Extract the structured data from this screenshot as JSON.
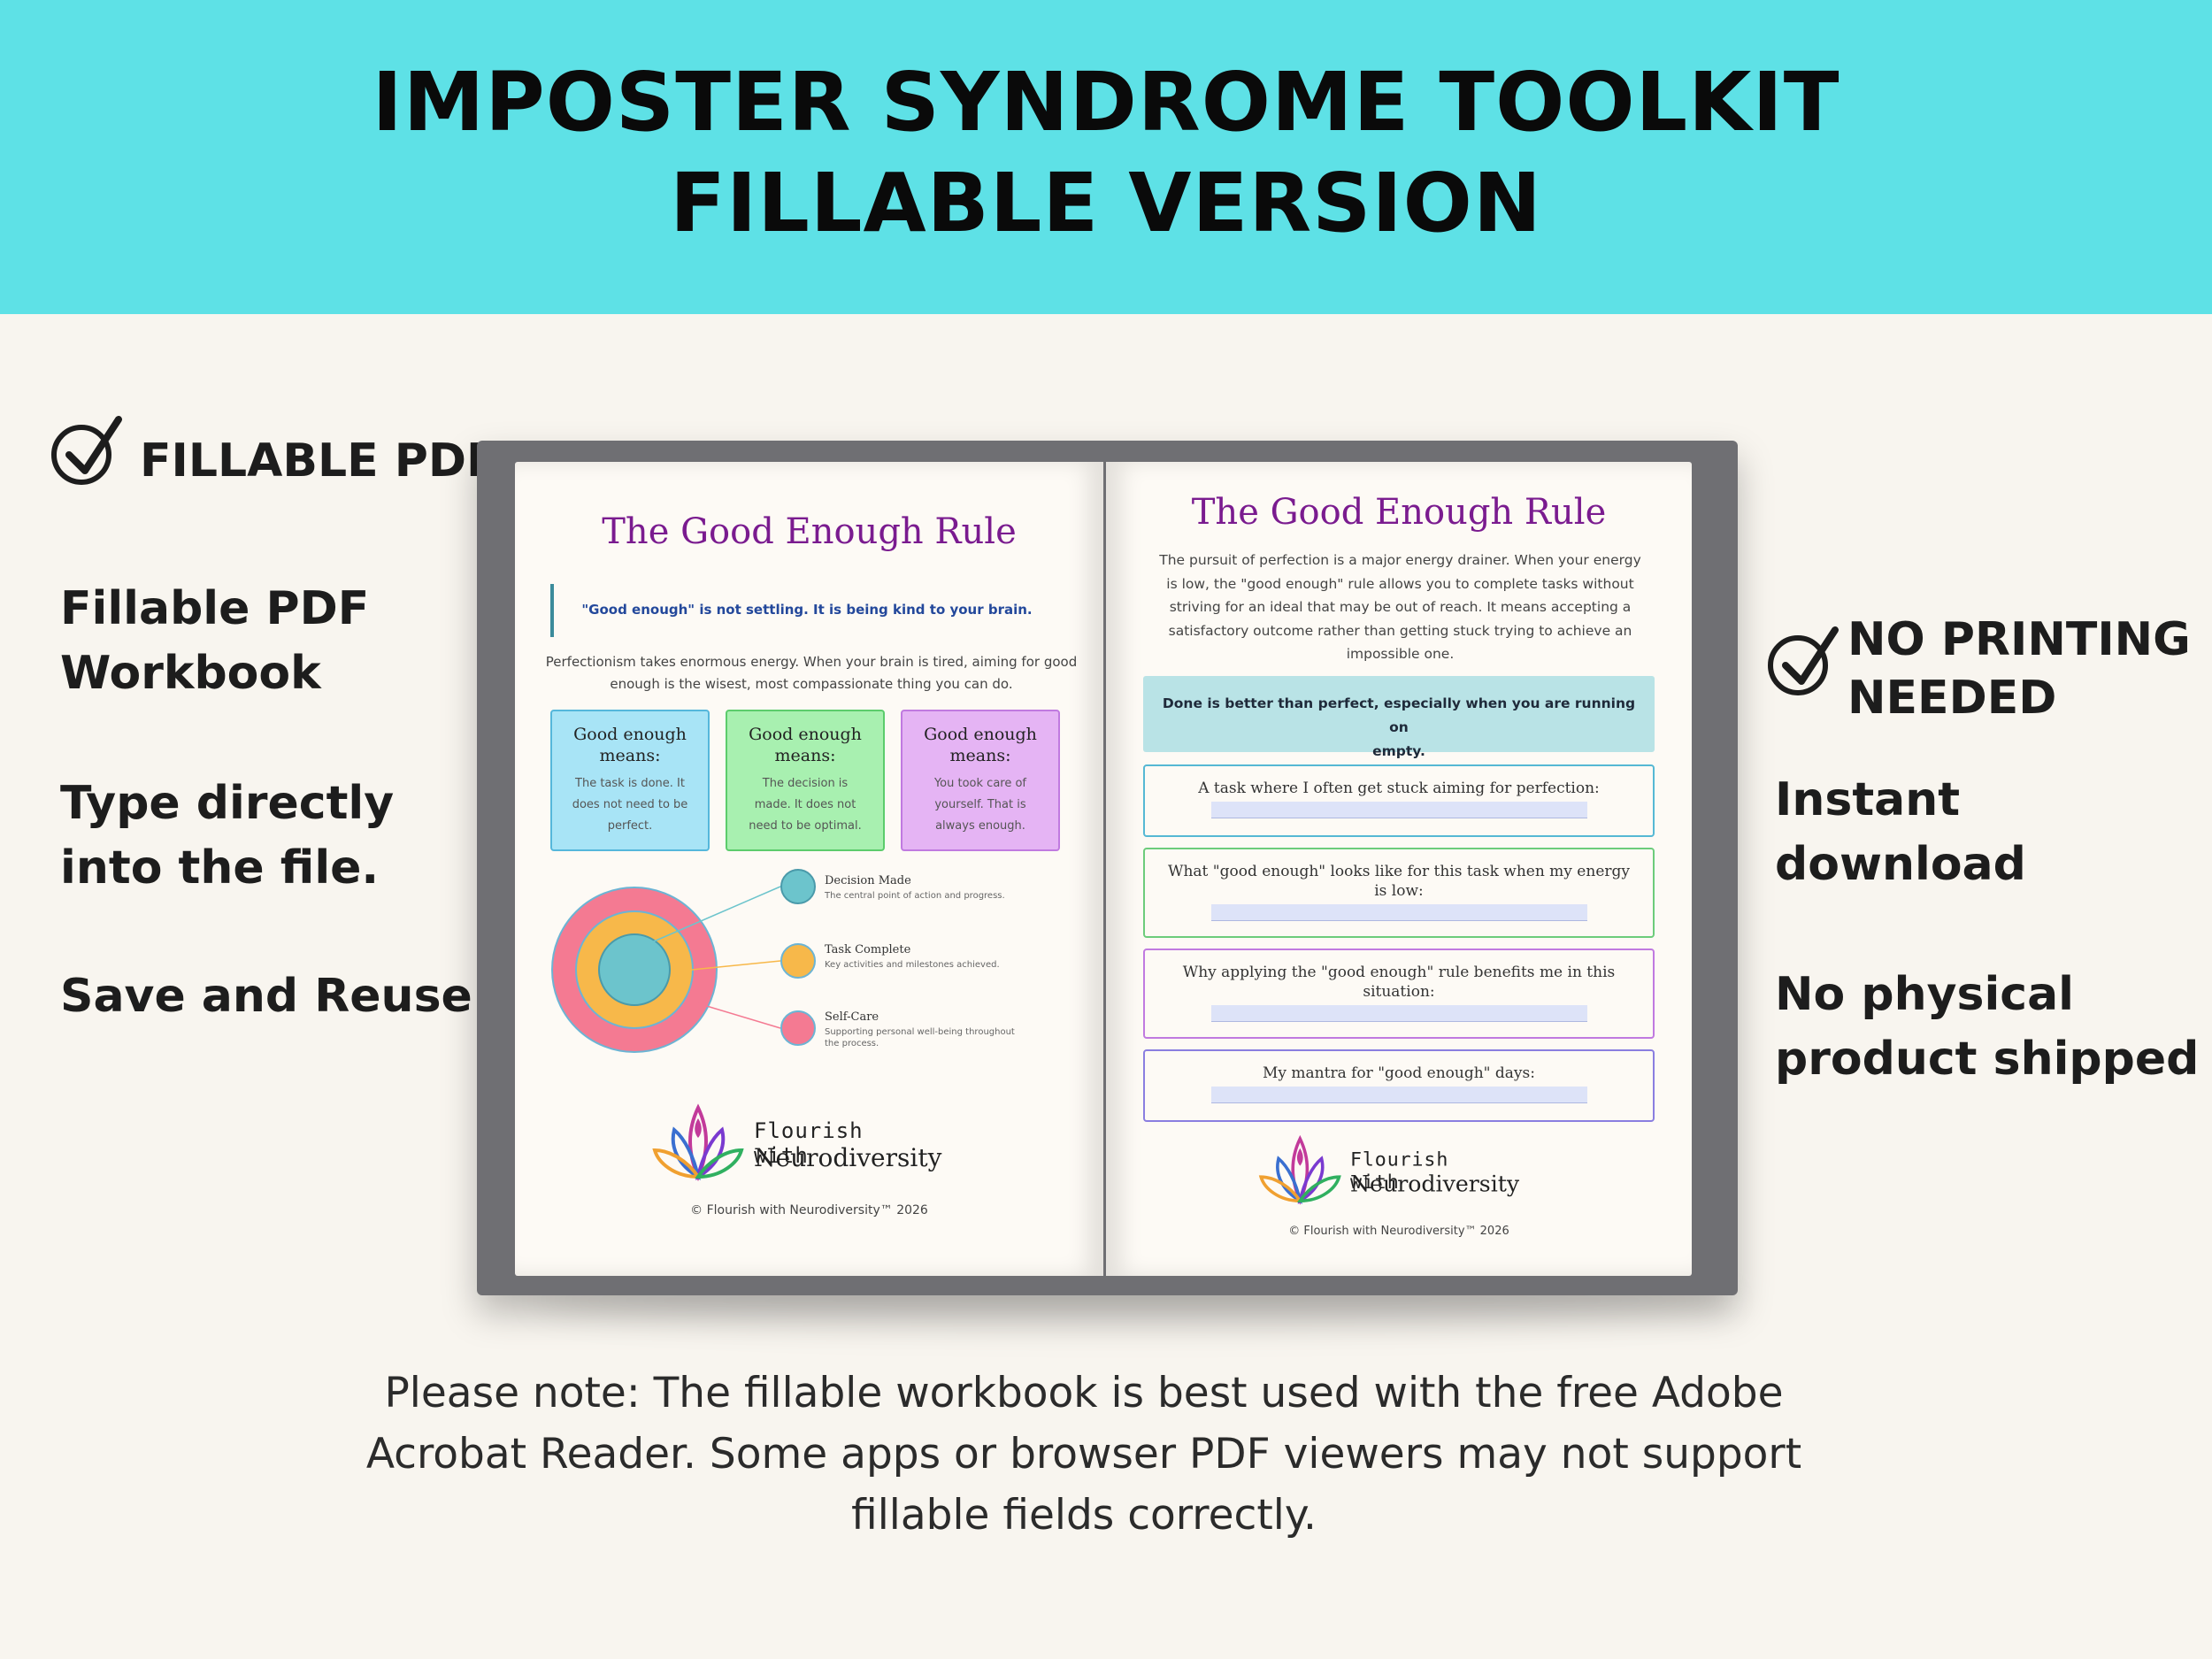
{
  "banner": {
    "title_line1": "IMPOSTER SYNDROME TOOLKIT",
    "title_line2": "FILLABLE VERSION",
    "color": "#5ee1e6"
  },
  "left_features": {
    "check_label": "FILLABLE PDF",
    "lines": [
      "Fillable PDF",
      "Workbook",
      "Type directly",
      "into the file.",
      "Save and Reuse."
    ]
  },
  "right_features": {
    "check_label_line1": "NO PRINTING",
    "check_label_line2": "NEEDED",
    "lines": [
      "Instant",
      "download",
      "No physical",
      "product shipped"
    ]
  },
  "note": {
    "line1": "Please note: The fillable workbook is best used with the free Adobe",
    "line2": "Acrobat Reader. Some apps or browser PDF viewers may not support",
    "line3": "fillable fields correctly."
  },
  "left_page": {
    "title": "The Good Enough Rule",
    "quote": "\"Good enough\" is not settling. It is being kind to your brain.",
    "intro_line1": "Perfectionism takes enormous energy. When your brain is tired, aiming for good",
    "intro_line2": "enough is the wisest, most compassionate thing you can do.",
    "cards": [
      {
        "heading_line1": "Good enough",
        "heading_line2": "means:",
        "body_line1": "The task is done. It",
        "body_line2": "does not need to be",
        "body_line3": "perfect."
      },
      {
        "heading_line1": "Good enough",
        "heading_line2": "means:",
        "body_line1": "The decision is",
        "body_line2": "made. It does not",
        "body_line3": "need to be optimal."
      },
      {
        "heading_line1": "Good enough",
        "heading_line2": "means:",
        "body_line1": "You took care of",
        "body_line2": "yourself. That is",
        "body_line3": "always enough."
      }
    ],
    "diagram": {
      "items": [
        {
          "label": "Decision Made",
          "sub_line1": "The central point of action and progress.",
          "sub_line2": "",
          "color": "#6cc4cc"
        },
        {
          "label": "Task Complete",
          "sub_line1": "Key activities and milestones achieved.",
          "sub_line2": "",
          "color": "#f7b84a"
        },
        {
          "label": "Self-Care",
          "sub_line1": "Supporting personal well-being throughout",
          "sub_line2": "the process.",
          "color": "#f47a92"
        }
      ]
    },
    "logo_line1": "Flourish with",
    "logo_line2": "Neurodiversity",
    "copyright": "© Flourish with Neurodiversity™ 2026"
  },
  "right_page": {
    "title": "The Good Enough Rule",
    "intro_lines": [
      "The pursuit of perfection is a major energy drainer. When your energy",
      "is low, the \"good enough\" rule allows you to complete tasks without",
      "striving for an ideal that may be out of reach. It means accepting a",
      "satisfactory outcome rather than getting stuck trying to achieve an",
      "impossible one."
    ],
    "callout_line1": "Done is better than perfect, especially when you are running on",
    "callout_line2": "empty.",
    "fields": [
      {
        "label": "A task where I often get stuck aiming for perfection:"
      },
      {
        "label": "What \"good enough\" looks like for this task when my energy is low:"
      },
      {
        "label": "Why applying the \"good enough\" rule benefits me in this situation:"
      },
      {
        "label": "My mantra for \"good enough\" days:"
      }
    ],
    "logo_line1": "Flourish with",
    "logo_line2": "Neurodiversity",
    "copyright": "© Flourish with Neurodiversity™ 2026"
  }
}
